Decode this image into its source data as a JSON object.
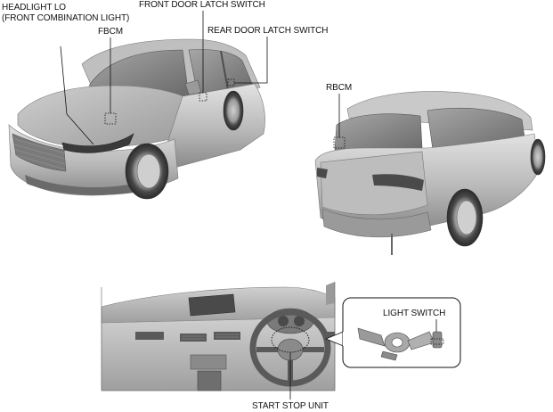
{
  "labels": {
    "headlight_line1": "HEADLIGHT LO",
    "headlight_line2": "(FRONT COMBINATION LIGHT)",
    "fbcm": "FBCM",
    "front_door_latch": "FRONT DOOR LATCH SWITCH",
    "rear_door_latch": "REAR DOOR LATCH SWITCH",
    "rbcm": "RBCM",
    "light_switch": "LIGHT SWITCH",
    "start_stop_unit": "START STOP UNIT"
  },
  "colors": {
    "line": "#111111",
    "body_light": "#d9d9d9",
    "body_mid": "#a8a8a8",
    "body_dark": "#6e6e6e",
    "glass": "#8c8c8c",
    "interior": "#bdbdbd"
  }
}
